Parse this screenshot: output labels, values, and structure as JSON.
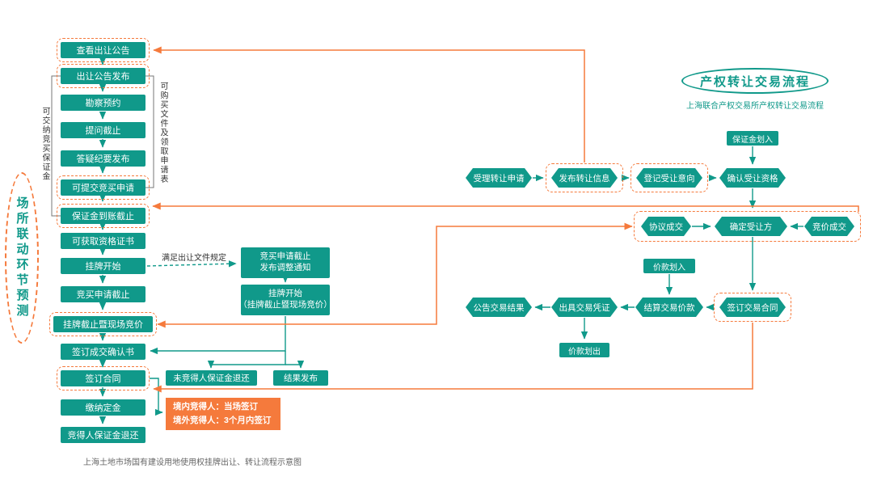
{
  "colors": {
    "teal": "#10998a",
    "orange": "#f57a3c"
  },
  "caption": "上海土地市场国有建设用地使用权挂牌出让、转让流程示意图",
  "left": {
    "oval_label": "场所联动环节预测",
    "bracket_left_label": "可交纳竞买保证金",
    "bracket_right_label": "可购买文件及领取申请表",
    "steps": [
      "查看出让公告",
      "出让公告发布",
      "勘察预约",
      "提问截止",
      "答疑纪要发布",
      "可提交竞买申请",
      "保证金到账截止",
      "可获取资格证书",
      "挂牌开始",
      "竞买申请截止",
      "挂牌截止暨现场竞价",
      "签订成交确认书",
      "签订合同",
      "缴纳定金",
      "竞得人保证金退还"
    ]
  },
  "middle": {
    "condition_label": "满足出让文件规定",
    "notice_line1": "竞买申请截止",
    "notice_line2": "发布调整通知",
    "listing_line1": "挂牌开始",
    "listing_line2": "（挂牌截止暨现场竞价）",
    "refund_box": "未竞得人保证金退还",
    "result_box": "结果发布",
    "sign_line1": "境内竞得人：当场签订",
    "sign_line2": "境外竞得人：3个月内签订"
  },
  "right": {
    "title": "产权转让交易流程",
    "subtitle": "上海联合产权交易所产权转让交易流程",
    "row1": [
      "受理转让申请",
      "发布转让信息",
      "登记受让意向",
      "确认受让资格"
    ],
    "deposit_in": "保证金划入",
    "row2": [
      "协议成交",
      "确定受让方",
      "竞价成交"
    ],
    "payment_in": "价款划入",
    "row3": [
      "公告交易结果",
      "出具交易凭证",
      "结算交易价款",
      "签订交易合同"
    ],
    "payment_out": "价款划出"
  }
}
